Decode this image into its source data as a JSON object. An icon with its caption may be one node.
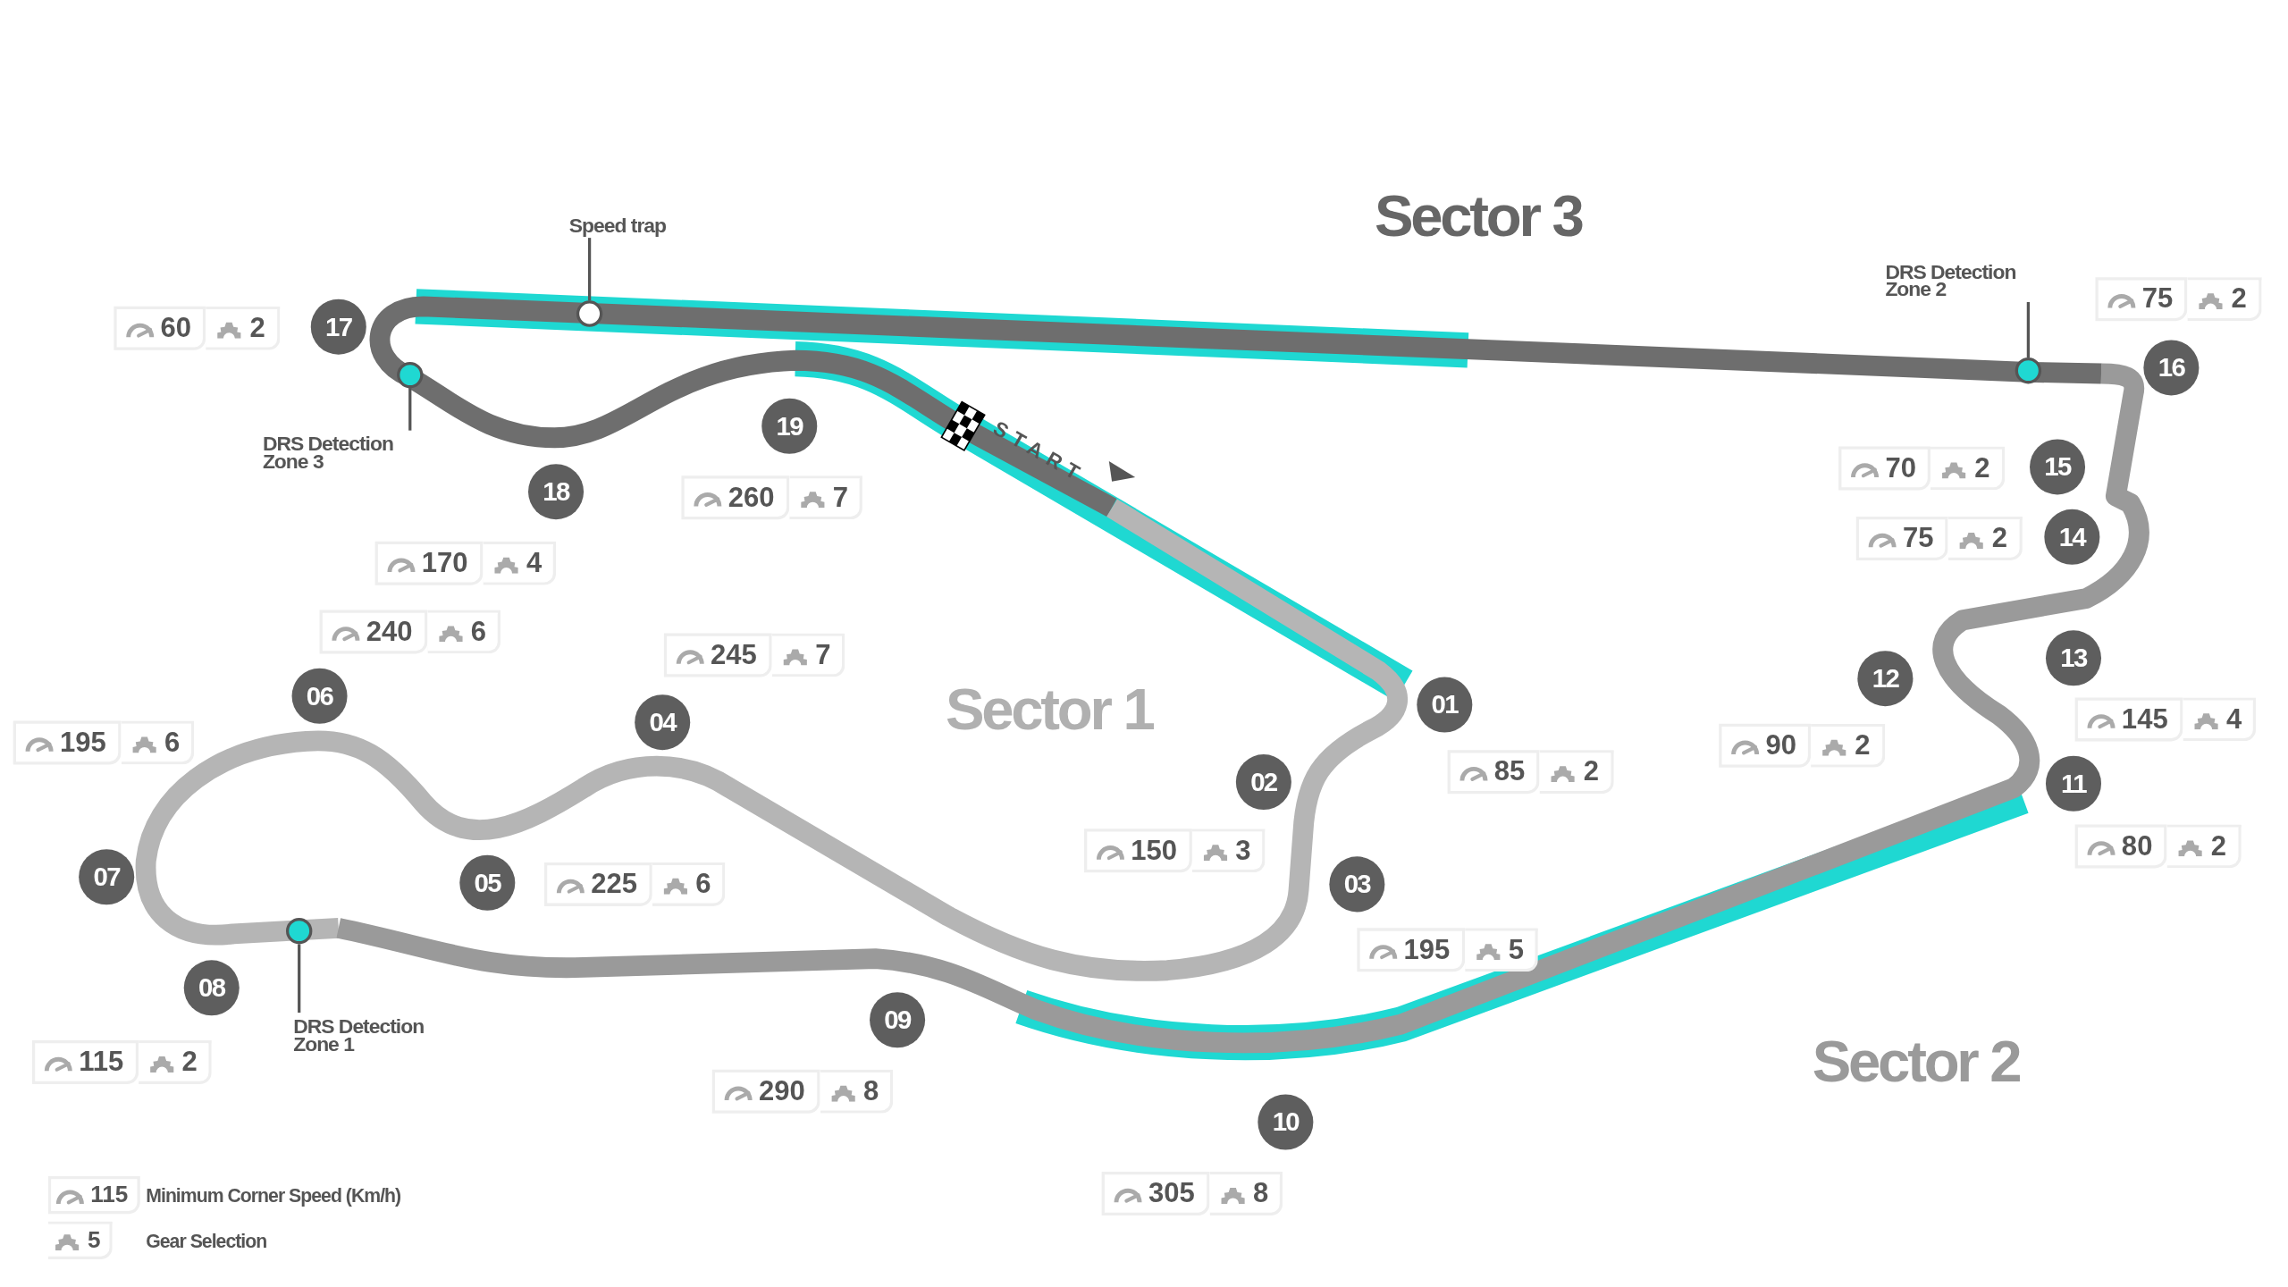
{
  "diagram": {
    "nodes": [
      {
        "text": [
          "Speed trap"
        ]
      },
      {
        "text": [],
        "shape": "circle"
      },
      {
        "text": [
          "DRS Detection Zone 2"
        ]
      },
      {
        "text": [],
        "shape": "circle"
      },
      {
        "text": [
          "DRS Detection Zone 3"
        ]
      },
      {
        "text": [],
        "shape": "circle"
      },
      {
        "text": [
          "DRS Detection Zone 1"
        ]
      },
      {
        "text": [],
        "shape": "circle"
      },
      {
        "text": [
          "01"
        ],
        "beside": [
          "85",
          "2"
        ]
      },
      {
        "text": [
          "02"
        ],
        "beside": [
          "150",
          "3"
        ]
      },
      {
        "text": [
          "03"
        ],
        "beside": [
          "195",
          "5"
        ]
      },
      {
        "text": [
          "04"
        ],
        "beside": [
          "245",
          "7"
        ]
      },
      {
        "text": [
          "05"
        ],
        "beside": [
          "225",
          "6"
        ]
      },
      {
        "text": [
          "06"
        ],
        "beside": [
          "240",
          "6"
        ]
      },
      {
        "text": [
          "07"
        ],
        "beside": [
          "195",
          "6"
        ]
      },
      {
        "text": [
          "08"
        ],
        "beside": [
          "115",
          "2"
        ]
      },
      {
        "text": [
          "09"
        ],
        "beside": [
          "290",
          "8"
        ]
      },
      {
        "text": [
          "10"
        ],
        "beside": [
          "305",
          "8"
        ]
      },
      {
        "text": [
          "11"
        ],
        "beside": [
          "80",
          "2"
        ]
      },
      {
        "text": [
          "12"
        ],
        "beside": [
          "90",
          "2"
        ]
      },
      {
        "text": [
          "13"
        ],
        "beside": [
          "145",
          "4"
        ]
      },
      {
        "text": [
          "14"
        ],
        "beside": [
          "75",
          "2"
        ]
      },
      {
        "text": [
          "15"
        ],
        "beside": [
          "70",
          "2"
        ]
      },
      {
        "text": [
          "16"
        ],
        "beside": [
          "75",
          "2"
        ]
      },
      {
        "text": [
          "17"
        ],
        "beside": [
          "60",
          "2"
        ]
      },
      {
        "text": [
          "18"
        ],
        "beside": [
          "170",
          "4"
        ]
      },
      {
        "text": [
          "19"
        ],
        "beside": [
          "260",
          "7"
        ]
      }
    ],
    "edges": [
      {
        "from": 0,
        "to": 1,
        "arrow": "none"
      },
      {
        "from": 2,
        "to": 3,
        "arrow": "none"
      },
      {
        "from": 4,
        "to": 5,
        "arrow": "none"
      },
      {
        "from": 6,
        "to": 7,
        "arrow": "none"
      }
    ],
    "labels": [
      "Sector 3",
      "Sector 1",
      "Sector 2",
      "START",
      "115",
      "5"
    ],
    "legend": [
      {
        "text": "Minimum Corner Speed (Km/h)"
      },
      {
        "text": "Gear Selection"
      }
    ]
  }
}
